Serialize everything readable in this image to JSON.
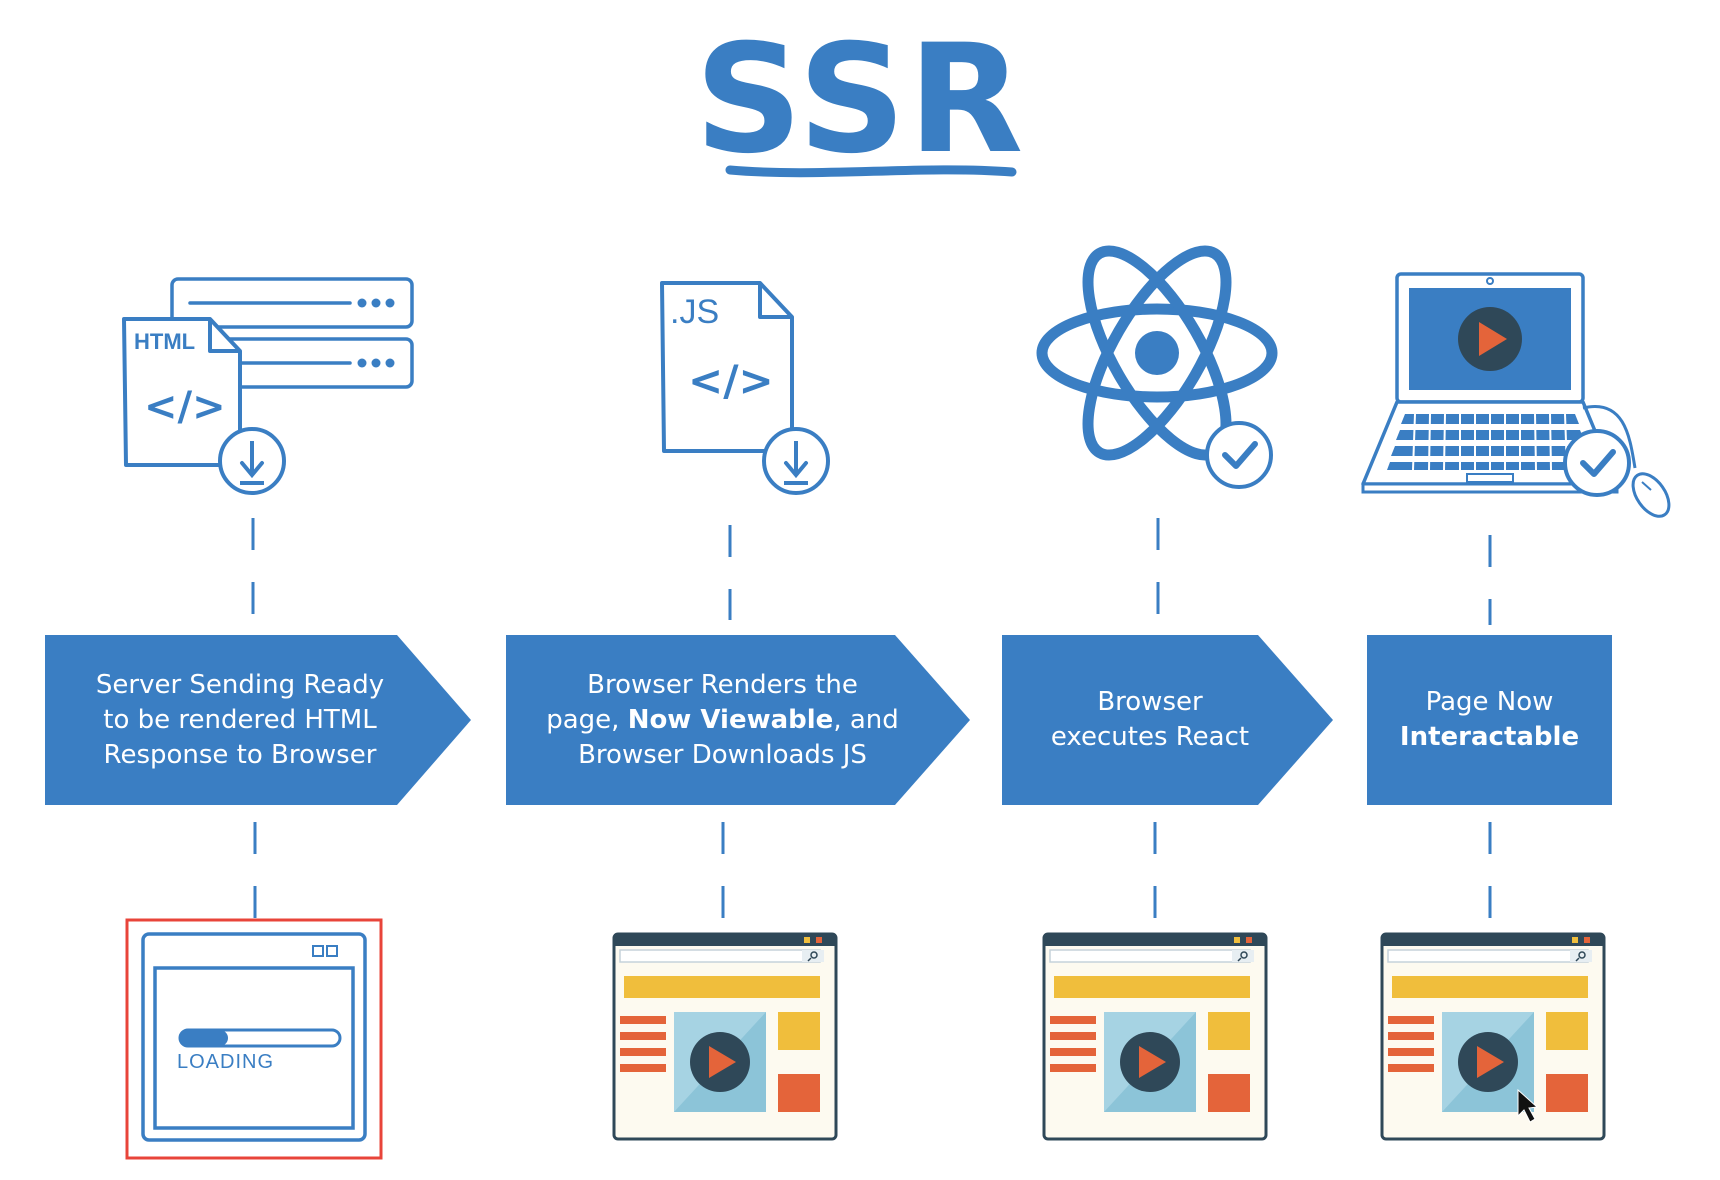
{
  "title": "SSR",
  "colors": {
    "primary": "#3a7ec3",
    "loading_frame": "#e8443a",
    "window_yellow": "#f0be3c",
    "window_orange": "#e4643a",
    "window_video": "#a6d3e3",
    "window_bg": "#fdfaf0",
    "play_dark": "#2f4858"
  },
  "icons": {
    "step1": {
      "name": "html-file-download-icon",
      "file_label": "HTML"
    },
    "step2": {
      "name": "js-file-download-icon",
      "file_label": ".JS"
    },
    "step3": {
      "name": "react-atom-check-icon"
    },
    "step4": {
      "name": "laptop-check-icon"
    }
  },
  "steps": [
    {
      "parts": [
        {
          "text": "Server Sending Ready"
        },
        {
          "text": "to be rendered HTML"
        },
        {
          "text": "Response to Browser"
        }
      ]
    },
    {
      "parts": [
        {
          "text": "Browser Renders the"
        },
        {
          "text": "page, "
        },
        {
          "text": "Now Viewable",
          "bold": true
        },
        {
          "text": ", and"
        },
        {
          "text": "Browser Downloads JS"
        }
      ]
    },
    {
      "parts": [
        {
          "text": "Browser"
        },
        {
          "text": "executes React"
        }
      ]
    },
    {
      "parts": [
        {
          "text": "Page Now"
        },
        {
          "text": "Interactable",
          "bold": true
        }
      ]
    }
  ],
  "loading_window": {
    "label": "LOADING",
    "progress": 0.3
  }
}
